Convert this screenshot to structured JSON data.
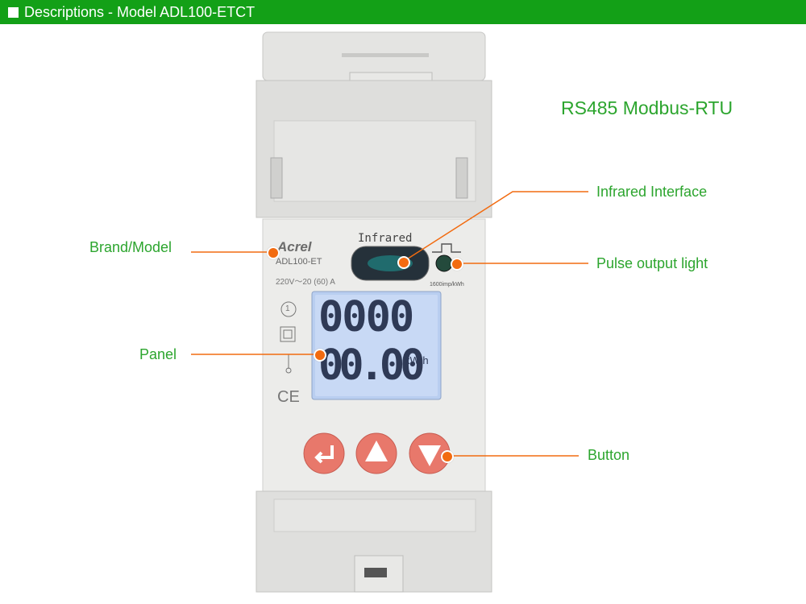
{
  "header": {
    "title": "Descriptions - Model ADL100-ETCT"
  },
  "protocol": "RS485 Modbus-RTU",
  "callouts": {
    "infrared": "Infrared Interface",
    "pulse": "Pulse output light",
    "brand": "Brand/Model",
    "panel": "Panel",
    "button": "Button"
  },
  "device": {
    "brand": "Acrel",
    "model": "ADL100-ET",
    "rating": "220V～20 (60) A",
    "infrared_label": "Infrared",
    "pulse_rate": "1600imp/kWh",
    "lcd_top": "0000",
    "lcd_bottom": "00.00",
    "lcd_unit": "kW h",
    "ce_mark": "CE",
    "symbol_1": "1"
  },
  "colors": {
    "header": "#13a017",
    "label": "#2ca52e",
    "callout": "#f26b10",
    "button": "#e8786b",
    "lcd": "#b9cef0"
  },
  "icons": [
    "enter-icon",
    "up-arrow-icon",
    "down-arrow-icon"
  ]
}
